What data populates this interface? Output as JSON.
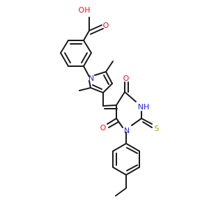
{
  "molecule": {
    "labels": {
      "carboxyl_oh": "OH",
      "carboxyl_o": "O",
      "pyrrole_n": "N",
      "top_carbonyl_o": "O",
      "bottom_carbonyl_o": "O",
      "nh": "NH",
      "ring_n": "N",
      "thione_s": "S"
    },
    "colors": {
      "bond": "#1a1a1a",
      "oxygen": "#e8171b",
      "nitrogen": "#2323f0",
      "sulfur": "#b5a300",
      "background": "#ffffff"
    }
  }
}
